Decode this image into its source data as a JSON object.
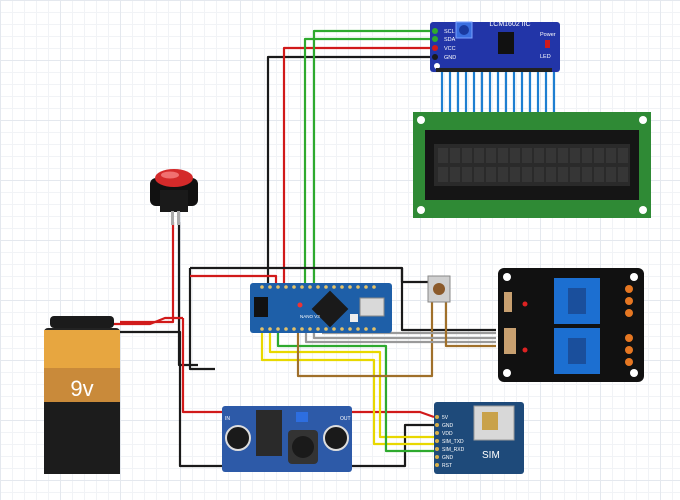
{
  "battery": {
    "label": "9v"
  },
  "lcd_i2c": {
    "title": "LCM1602 IIC",
    "pins": [
      "SCL",
      "SDA",
      "VCC",
      "GND"
    ],
    "power_label": "Power",
    "led_label": "LED"
  },
  "sim_module": {
    "label": "SIM",
    "pins": [
      "5V",
      "GND",
      "VDD",
      "SIM_TXD",
      "SIM_RXD",
      "GND",
      "RST"
    ]
  },
  "arduino": {
    "model_text": "NANO V3"
  },
  "buck_converter": {
    "in_label": "IN",
    "out_label": "OUT"
  },
  "colors": {
    "wire_red": "#d11a1a",
    "wire_black": "#1a1a1a",
    "wire_green": "#2eaa2e",
    "wire_yellow": "#e8d800",
    "wire_brown": "#a0702a",
    "wire_gray": "#9a9a9a",
    "board_blue": "#1e5fa8",
    "relay_blue": "#1c6fd1",
    "lcd_green": "#2f8a35",
    "pcb_blue": "#2d5aa8"
  }
}
